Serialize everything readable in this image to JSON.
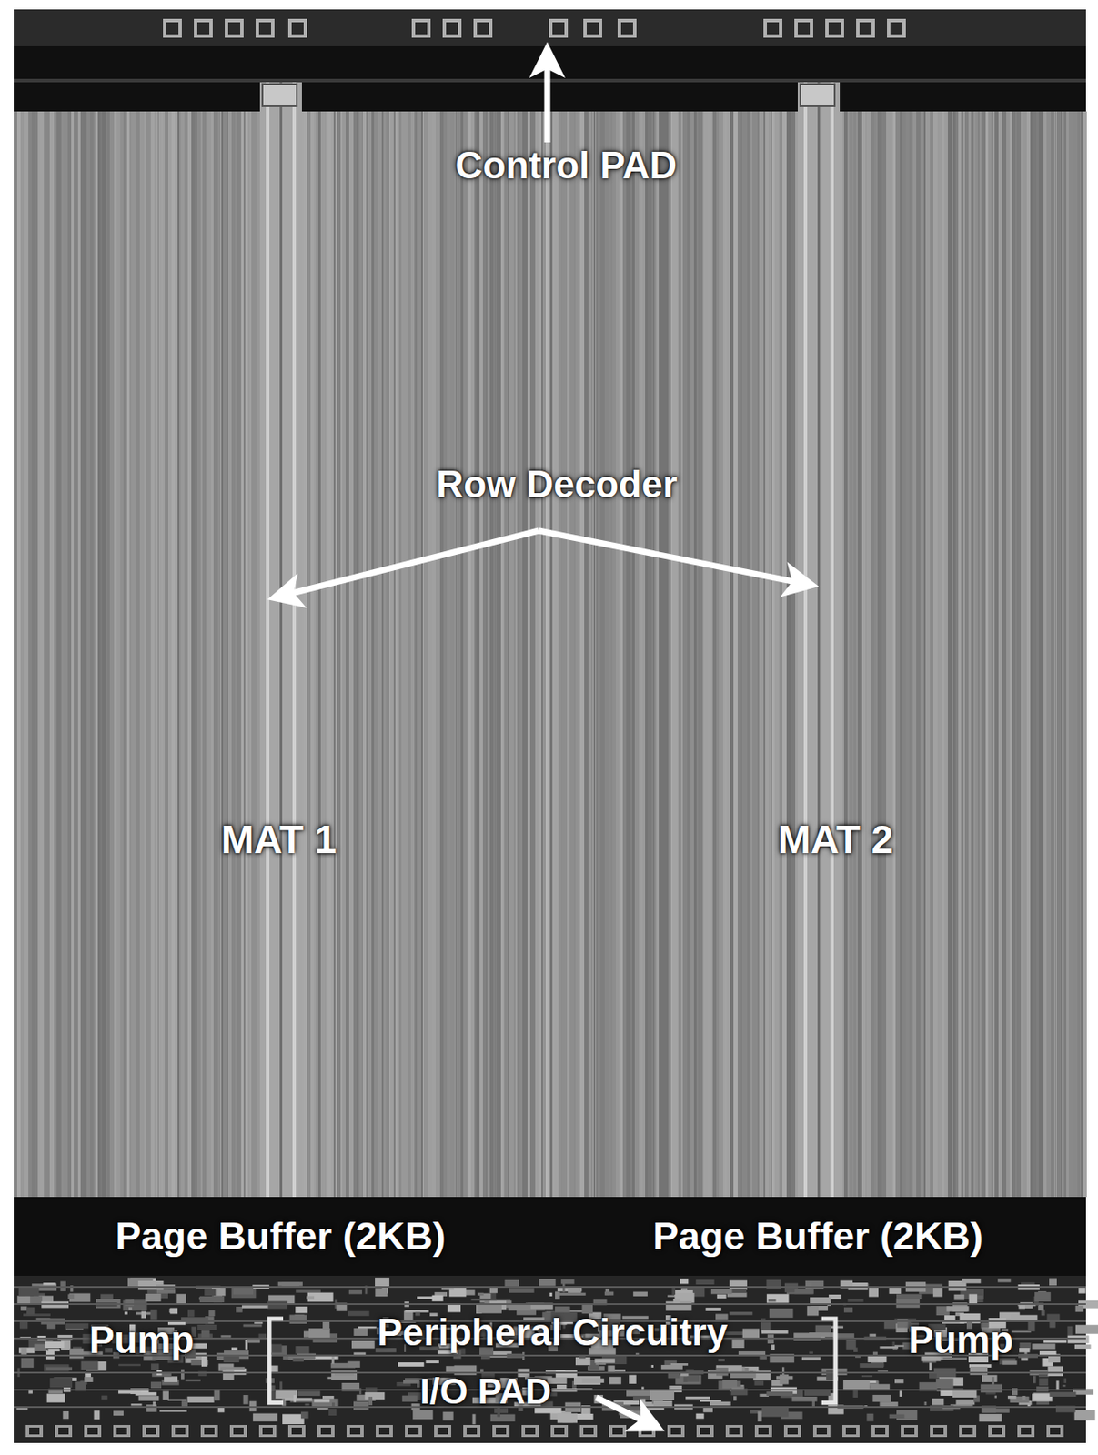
{
  "diagram": {
    "nodes": [
      {
        "text": [
          "MAT 1"
        ]
      },
      {
        "text": [
          "MAT 2"
        ]
      },
      {
        "text": [
          "Page Buffer (2KB)"
        ]
      },
      {
        "text": [
          "Page Buffer (2KB)"
        ]
      },
      {
        "text": [
          "Pump"
        ]
      },
      {
        "text": [
          "Peripheral Circuitry"
        ]
      },
      {
        "text": [
          "Pump"
        ]
      }
    ],
    "labels": [
      "Control PAD",
      "Row Decoder",
      "I/O PAD"
    ]
  }
}
